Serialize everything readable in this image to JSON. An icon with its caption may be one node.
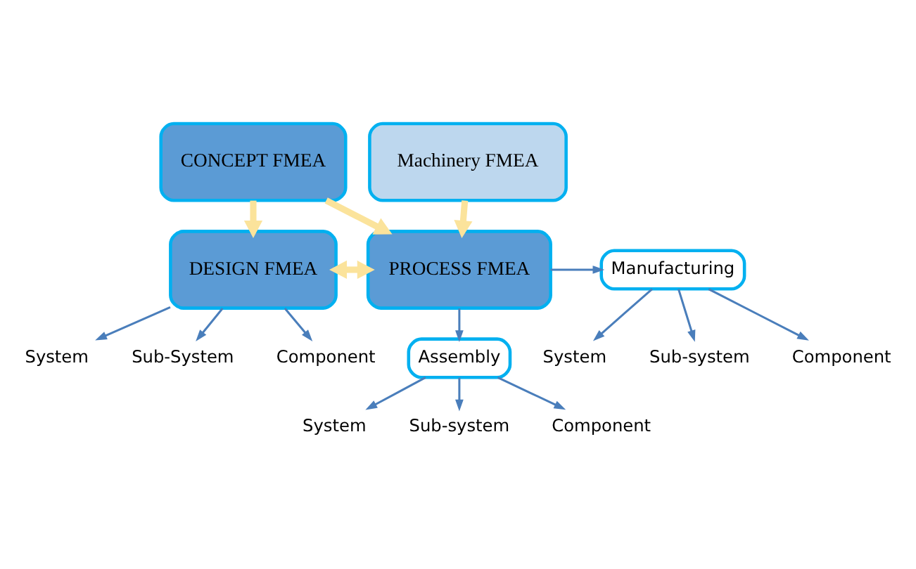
{
  "diagram": {
    "nodes": [
      {
        "text": [
          "CONCEPT FMEA"
        ]
      },
      {
        "text": [
          "Machinery FMEA"
        ]
      },
      {
        "text": [
          "DESIGN FMEA"
        ]
      },
      {
        "text": [
          "PROCESS FMEA"
        ]
      },
      {
        "text": [
          "Manufacturing"
        ]
      },
      {
        "text": [
          "System"
        ]
      },
      {
        "text": [
          "Sub-system"
        ]
      },
      {
        "text": [
          "Component"
        ]
      },
      {
        "text": [
          "System"
        ]
      },
      {
        "text": [
          "Sub-System"
        ]
      },
      {
        "text": [
          "Component"
        ]
      },
      {
        "text": [
          "Assembly"
        ]
      },
      {
        "text": [
          "System"
        ]
      },
      {
        "text": [
          "Sub-system"
        ]
      },
      {
        "text": [
          "Component"
        ]
      }
    ],
    "edges": [
      {
        "from": 0,
        "to": 2,
        "arrow": "to",
        "style": "thick",
        "color": "#fbe39b"
      },
      {
        "from": 0,
        "to": 3,
        "arrow": "to",
        "style": "thick",
        "color": "#fbe39b"
      },
      {
        "from": 1,
        "to": 3,
        "arrow": "to",
        "style": "thick",
        "color": "#fbe39b"
      },
      {
        "from": 2,
        "to": 3,
        "arrow": "both",
        "style": "thick",
        "color": "#fbe39b"
      },
      {
        "from": 3,
        "to": 4,
        "arrow": "to"
      },
      {
        "from": 4,
        "to": 5,
        "arrow": "to"
      },
      {
        "from": 4,
        "to": 6,
        "arrow": "to"
      },
      {
        "from": 4,
        "to": 7,
        "arrow": "to"
      },
      {
        "from": 2,
        "to": 8,
        "arrow": "to"
      },
      {
        "from": 2,
        "to": 9,
        "arrow": "to"
      },
      {
        "from": 2,
        "to": 10,
        "arrow": "to"
      },
      {
        "from": 3,
        "to": 11,
        "arrow": "to"
      },
      {
        "from": 11,
        "to": 12,
        "arrow": "to"
      },
      {
        "from": 11,
        "to": 13,
        "arrow": "to"
      },
      {
        "from": 11,
        "to": 14,
        "arrow": "to"
      }
    ]
  }
}
